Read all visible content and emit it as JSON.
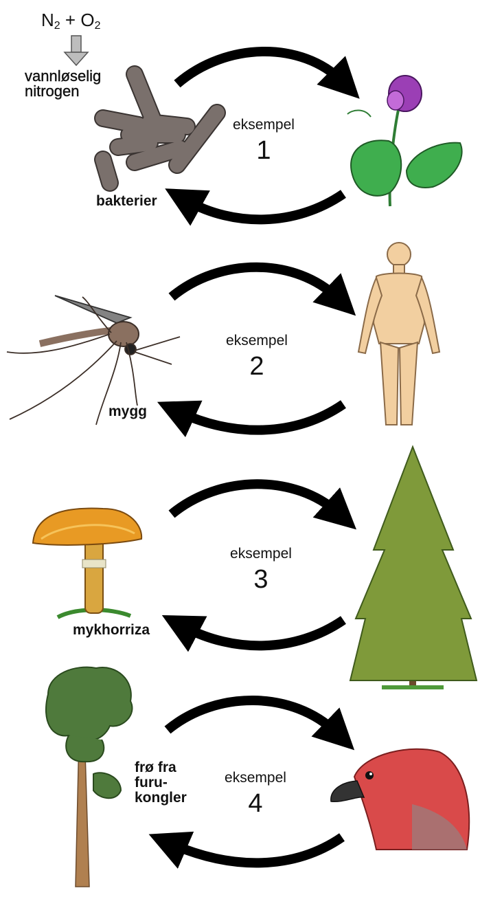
{
  "formula": {
    "n_symbol": "N",
    "n_sub": "2",
    "plus": "+",
    "o_symbol": "O",
    "o_sub": "2"
  },
  "nitrogen_label": [
    "vannløselig",
    "nitrogen"
  ],
  "examples": [
    {
      "word": "eksempel",
      "number": "1",
      "left_label": [
        "bakterier"
      ],
      "left_organism": "bacteria",
      "right_organism": "pea-plant"
    },
    {
      "word": "eksempel",
      "number": "2",
      "left_label": [
        "mygg"
      ],
      "left_organism": "mosquito",
      "right_organism": "human"
    },
    {
      "word": "eksempel",
      "number": "3",
      "left_label": [
        "mykhorriza"
      ],
      "left_organism": "mushroom",
      "right_organism": "spruce-tree"
    },
    {
      "word": "eksempel",
      "number": "4",
      "left_label": [
        "frø fra",
        "furu-",
        "kongler"
      ],
      "left_organism": "pine-tree",
      "right_organism": "crossbill-bird"
    }
  ],
  "colors": {
    "arrow": "#000000",
    "bacteria": "#7a706c",
    "flower": "#9b3fb5",
    "leaf": "#3fae4e",
    "skin": "#f2cfa0",
    "mosquito": "#8a7060",
    "mushroom_cap": "#e89a24",
    "mushroom_stem": "#d9a640",
    "tree_green": "#7f9a3a",
    "pine_green": "#4f7a3c",
    "trunk": "#6b4a2c",
    "bird_red": "#d94a4a",
    "process_arrow": "#bdbdbd"
  }
}
